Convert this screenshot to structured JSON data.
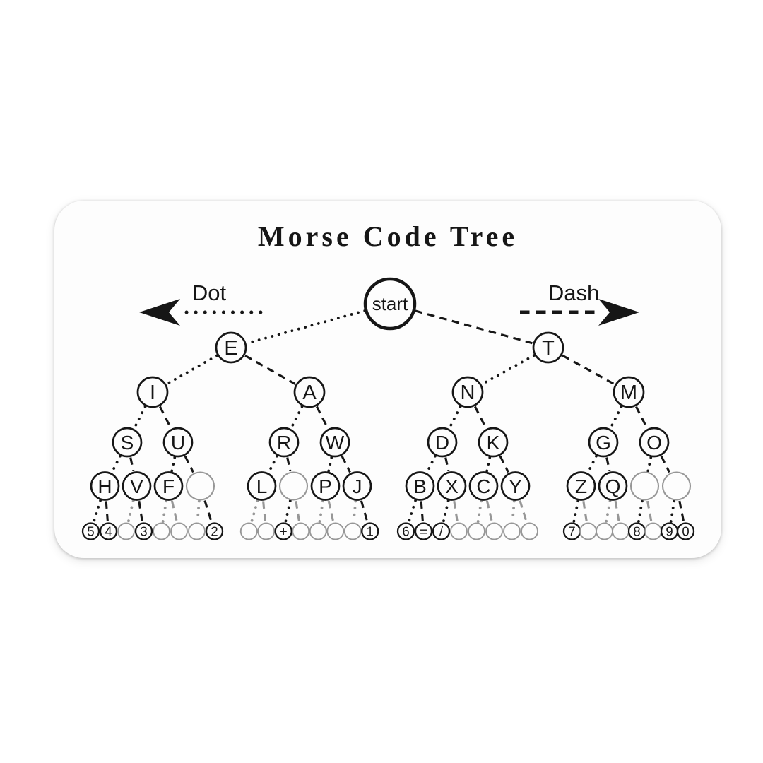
{
  "title": "Morse Code Tree",
  "legend": {
    "dot": "Dot",
    "dash": "Dash"
  },
  "tree": {
    "root": "start",
    "levels": [
      [
        "E",
        "T"
      ],
      [
        "I",
        "A",
        "N",
        "M"
      ],
      [
        "S",
        "U",
        "R",
        "W",
        "D",
        "K",
        "G",
        "O"
      ],
      [
        "H",
        "V",
        "F",
        "",
        "L",
        "",
        "P",
        "J",
        "B",
        "X",
        "C",
        "Y",
        "Z",
        "Q",
        "",
        ""
      ],
      [
        "5",
        "4",
        "",
        "3",
        "",
        "",
        "",
        "2",
        "",
        "",
        "+",
        "",
        "",
        "",
        "",
        "1",
        "6",
        "=",
        "/",
        "",
        "",
        "",
        "",
        "",
        "7",
        "",
        "",
        "",
        "8",
        "",
        "9",
        "0"
      ]
    ]
  },
  "colors": {
    "ink": "#161616",
    "muted": "#979797",
    "card_bg": "#fdfdfd"
  }
}
